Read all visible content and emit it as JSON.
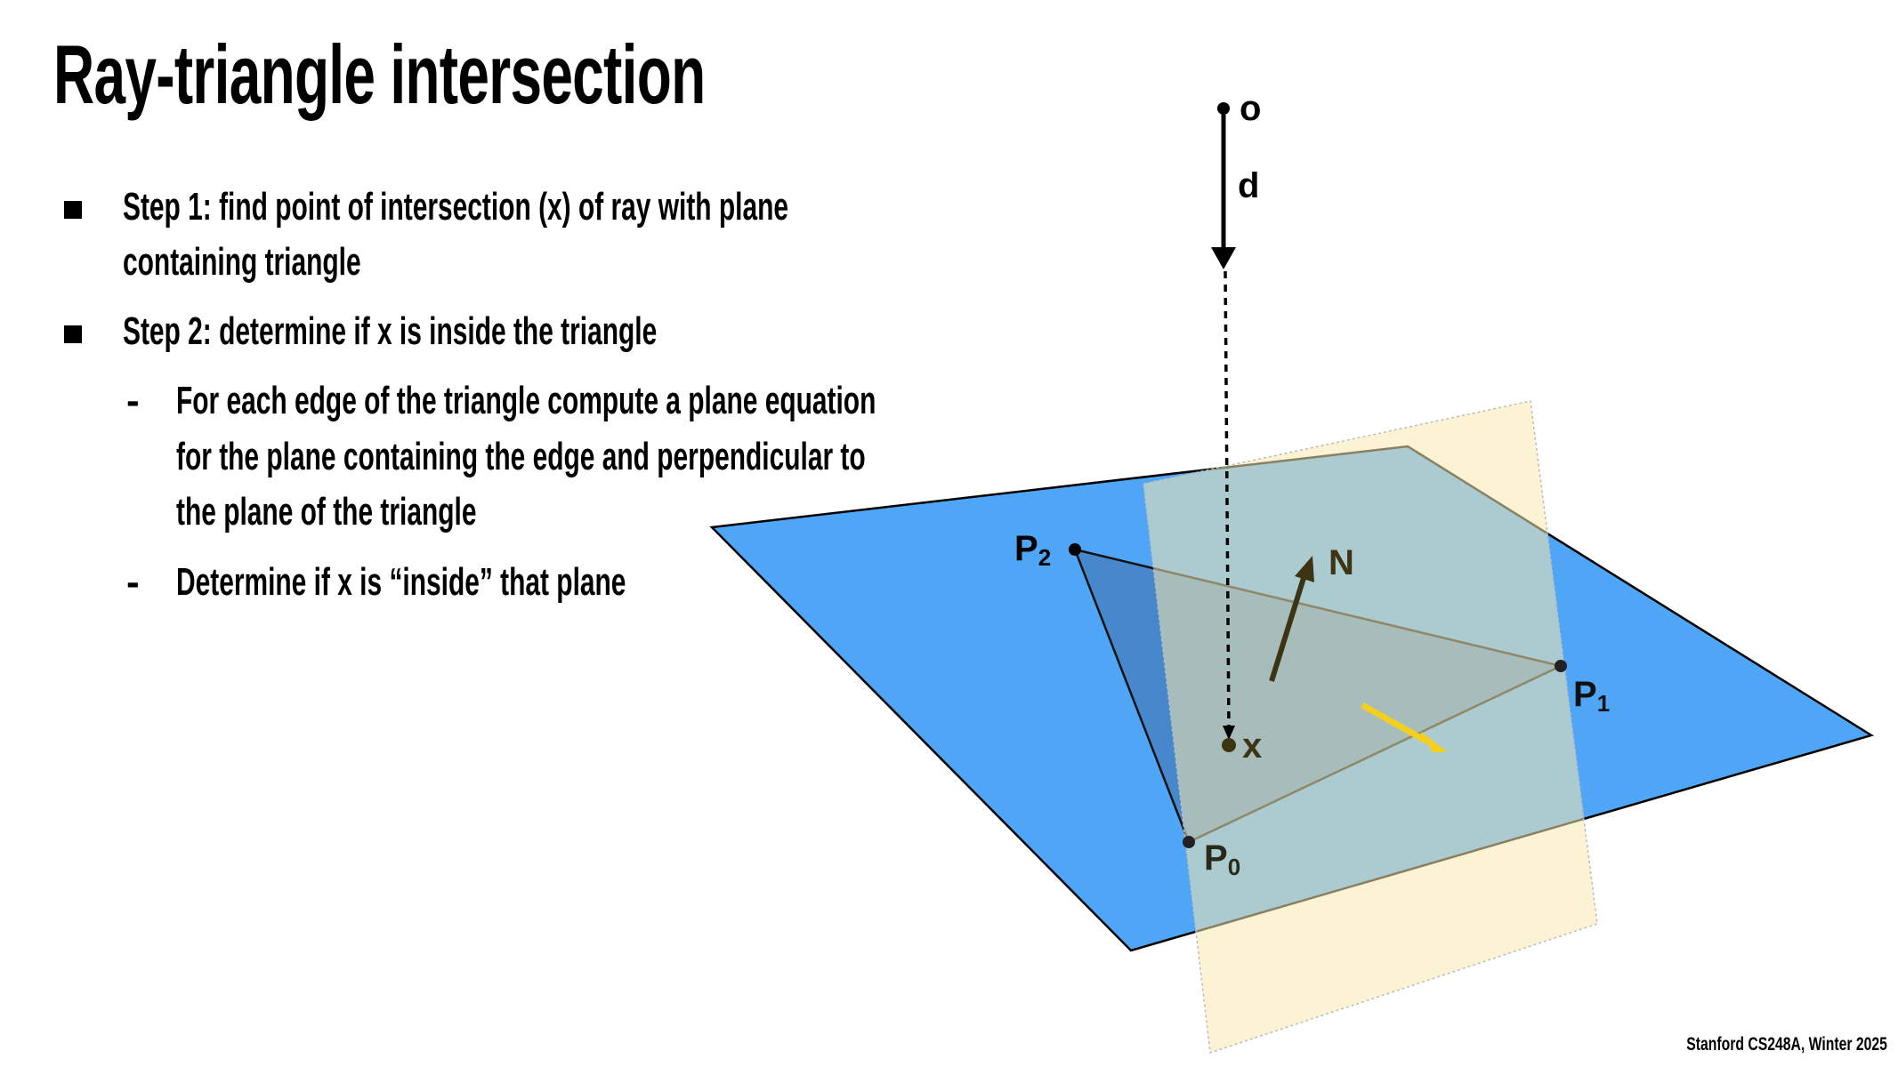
{
  "title": "Ray-triangle intersection",
  "bullets": [
    {
      "lines": [
        "Step 1: find point of intersection (x) of ray with plane",
        "containing triangle"
      ]
    },
    {
      "lines": [
        "Step 2: determine if x is inside the triangle"
      ]
    }
  ],
  "sub_bullets": [
    {
      "lines": [
        "For each edge of the triangle compute a plane equation",
        "for the plane containing the edge and perpendicular to",
        "the plane of the triangle"
      ]
    },
    {
      "lines": [
        "Determine if x is “inside” that plane"
      ]
    }
  ],
  "sub_dash": "-",
  "diagram": {
    "labels": {
      "o": "o",
      "d": "d",
      "x": "x",
      "N": "N",
      "P": "P",
      "p0_sub": "0",
      "p1_sub": "1",
      "p2_sub": "2"
    },
    "colors": {
      "plane": "#4FA6F6",
      "perp_plane": "#F7E9B0",
      "triangle": "#3F6FA8",
      "normal": "#3D3413",
      "edge_normal": "#F4CF1E"
    }
  },
  "footer": "Stanford CS248A, Winter 2025"
}
